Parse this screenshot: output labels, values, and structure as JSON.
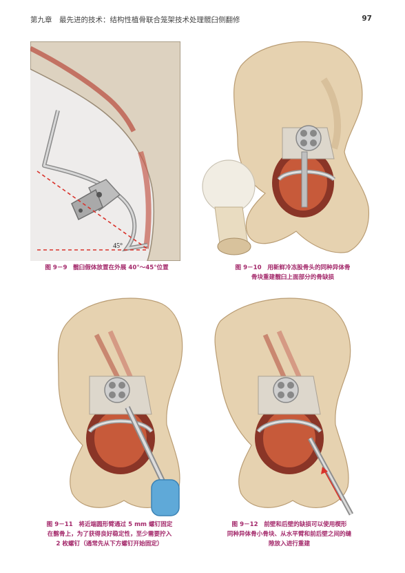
{
  "header": {
    "chapter_title": "第九章　最先进的技术：结构性植骨联合笼架技术处理髋臼侧翻修",
    "page_number": "97"
  },
  "figures": [
    {
      "id": "fig-9-9",
      "caption_lines": [
        "图 9－9　髋臼假体放置在外展 40°～45°位置"
      ],
      "angle_label": "45°"
    },
    {
      "id": "fig-9-10",
      "caption_lines": [
        "图 9－10　用新鲜冷冻股骨头的同种异体骨",
        "骨块重建髋臼上面部分的骨缺损"
      ]
    },
    {
      "id": "fig-9-11",
      "caption_lines": [
        "图 9－11　将近端圆形臂通过 5 mm 螺钉固定",
        "在髂骨上，为了获得良好稳定性，至少需要拧入",
        "2 枚螺钉（通常先从下方螺钉开始固定）"
      ]
    },
    {
      "id": "fig-9-12",
      "caption_lines": [
        "图 9－12　前壁和后壁的缺损可以使用楔形",
        "同种异体骨小骨块、从水平臂和前后壁之间的缝",
        "隙放入进行重建"
      ]
    }
  ],
  "colors": {
    "caption": "#a3286a",
    "bone": "#e6d2b0",
    "metal": "#c4c4c4",
    "guide_line": "#d9322b"
  }
}
